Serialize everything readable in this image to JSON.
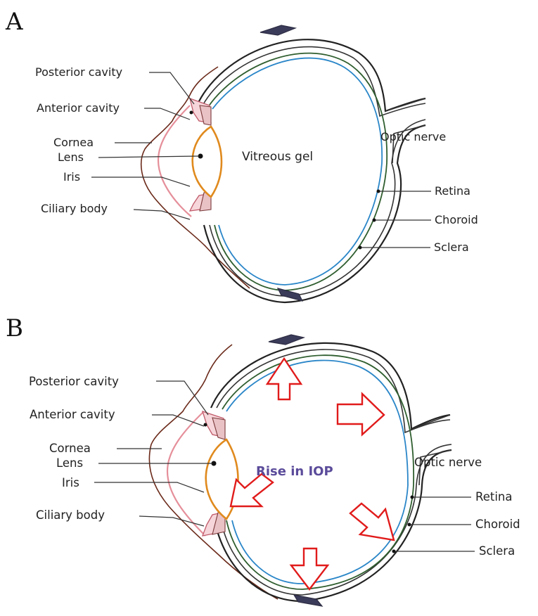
{
  "panels": [
    {
      "letter": "A",
      "labels": {
        "posterior_cavity": "Posterior cavity",
        "anterior_cavity": "Anterior cavity",
        "cornea": "Cornea",
        "lens": "Lens",
        "iris": "Iris",
        "ciliary_body": "Ciliary body",
        "vitreous_gel": "Vitreous gel",
        "optic_nerve": "Optic nerve",
        "retina": "Retina",
        "choroid": "Choroid",
        "sclera": "Sclera"
      }
    },
    {
      "letter": "B",
      "labels": {
        "posterior_cavity": "Posterior cavity",
        "anterior_cavity": "Anterior cavity",
        "cornea": "Cornea",
        "lens": "Lens",
        "iris": "Iris",
        "ciliary_body": "Ciliary body",
        "optic_nerve": "Optic nerve",
        "retina": "Retina",
        "choroid": "Choroid",
        "sclera": "Sclera"
      },
      "center_text": "Rise in IOP"
    }
  ],
  "colors": {
    "sclera": "#222222",
    "choroid": "#2f5e2f",
    "retina": "#2a86c8",
    "lens": "#e08a1e",
    "cornea_inner": "#e58f9a",
    "outer_skin": "#6b2a1a",
    "pressure_arrows": "#e11b1b",
    "iop_text": "#5b4b9a"
  },
  "icons": {
    "pressure_arrow": "outline-block-arrow"
  }
}
